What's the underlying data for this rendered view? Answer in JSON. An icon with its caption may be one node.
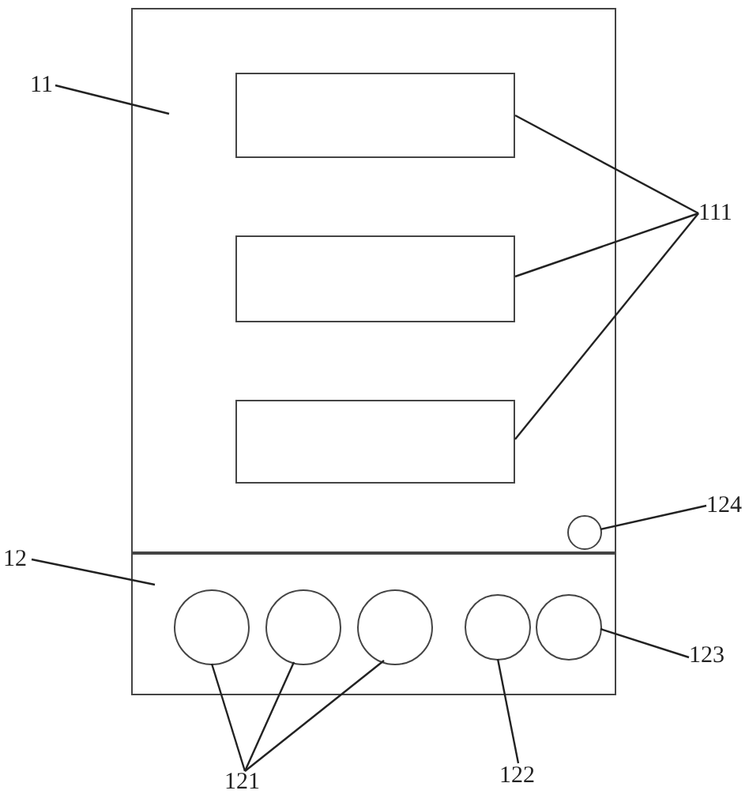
{
  "diagram": {
    "nodes": [
      {
        "text": [
          "11"
        ]
      },
      {
        "text": [],
        "shape": "box"
      },
      {
        "text": [],
        "shape": "box",
        "in": 1
      },
      {
        "text": [],
        "shape": "box",
        "in": 1
      },
      {
        "text": [],
        "shape": "box",
        "in": 1
      },
      {
        "text": [
          "111"
        ]
      },
      {
        "text": [],
        "shape": "circle",
        "in": 1
      },
      {
        "text": [
          "124"
        ]
      },
      {
        "text": [
          "12"
        ]
      },
      {
        "text": [],
        "shape": "box"
      },
      {
        "text": [],
        "shape": "circle",
        "in": 9
      },
      {
        "text": [],
        "shape": "circle",
        "in": 9
      },
      {
        "text": [],
        "shape": "circle",
        "in": 9
      },
      {
        "text": [],
        "shape": "circle",
        "in": 9
      },
      {
        "text": [],
        "shape": "circle",
        "in": 9
      },
      {
        "text": [
          "121"
        ]
      },
      {
        "text": [
          "122"
        ]
      },
      {
        "text": [
          "123"
        ]
      }
    ],
    "edges": [
      {
        "from": 0,
        "to": 1,
        "arrow": "none"
      },
      {
        "from": 5,
        "to": 2,
        "arrow": "none"
      },
      {
        "from": 5,
        "to": 3,
        "arrow": "none"
      },
      {
        "from": 5,
        "to": 4,
        "arrow": "none"
      },
      {
        "from": 7,
        "to": 6,
        "arrow": "none"
      },
      {
        "from": 8,
        "to": 9,
        "arrow": "none"
      },
      {
        "from": 15,
        "to": 10,
        "arrow": "none"
      },
      {
        "from": 15,
        "to": 11,
        "arrow": "none"
      },
      {
        "from": 15,
        "to": 12,
        "arrow": "none"
      },
      {
        "from": 16,
        "to": 13,
        "arrow": "none"
      },
      {
        "from": 17,
        "to": 14,
        "arrow": "none"
      }
    ]
  }
}
